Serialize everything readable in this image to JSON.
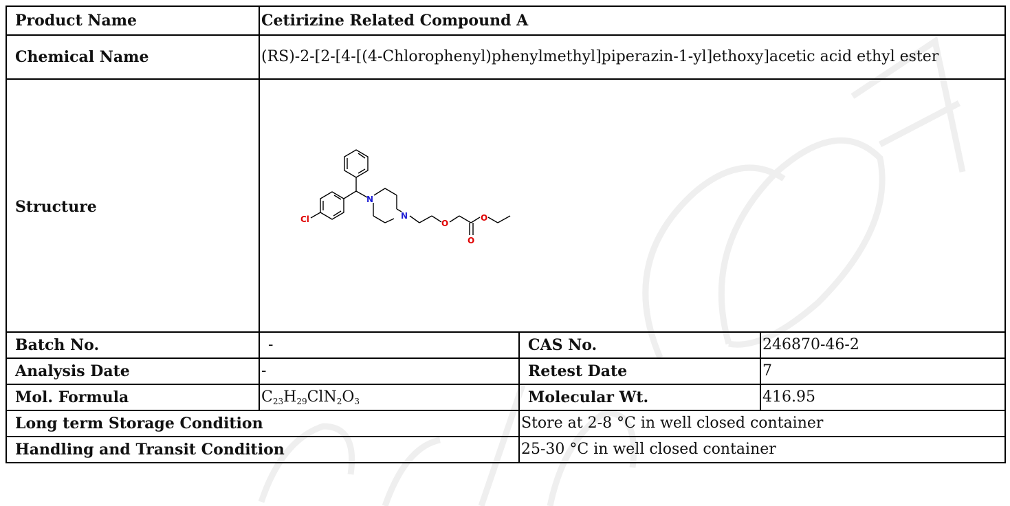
{
  "product_name": {
    "label": "Product Name",
    "value": "Cetirizine Related Compound A"
  },
  "chemical_name": {
    "label": "Chemical Name",
    "value": "(RS)-2-[2-[4-[(4-Chlorophenyl)phenylmethyl]piperazin-1-yl]ethoxy]acetic acid ethyl ester"
  },
  "structure": {
    "label": "Structure",
    "atoms": {
      "cl": "Cl",
      "n": "N",
      "o": "O"
    }
  },
  "batch": {
    "label": "Batch No.",
    "value": "-"
  },
  "cas": {
    "label": "CAS No.",
    "value": "246870-46-2"
  },
  "analysis_date": {
    "label": "Analysis Date",
    "value": "-"
  },
  "retest_date": {
    "label": "Retest Date",
    "value": "7"
  },
  "mol_formula": {
    "label": "Mol. Formula",
    "parts": [
      {
        "el": "C",
        "n": "23"
      },
      {
        "el": "H",
        "n": "29"
      },
      {
        "el": "ClN",
        "n": "2"
      },
      {
        "el": "O",
        "n": "3"
      }
    ]
  },
  "mol_wt": {
    "label": "Molecular Wt.",
    "value": "416.95"
  },
  "storage": {
    "label": "Long term Storage Condition",
    "value": "Store at 2-8 °C in well closed container"
  },
  "handling": {
    "label": "Handling and Transit Condition",
    "value": "25-30 °C in well closed container"
  },
  "colors": {
    "hetero_oxygen": "#e00000",
    "hetero_nitrogen": "#1f1fd6",
    "watermark": "#eeeeee"
  }
}
